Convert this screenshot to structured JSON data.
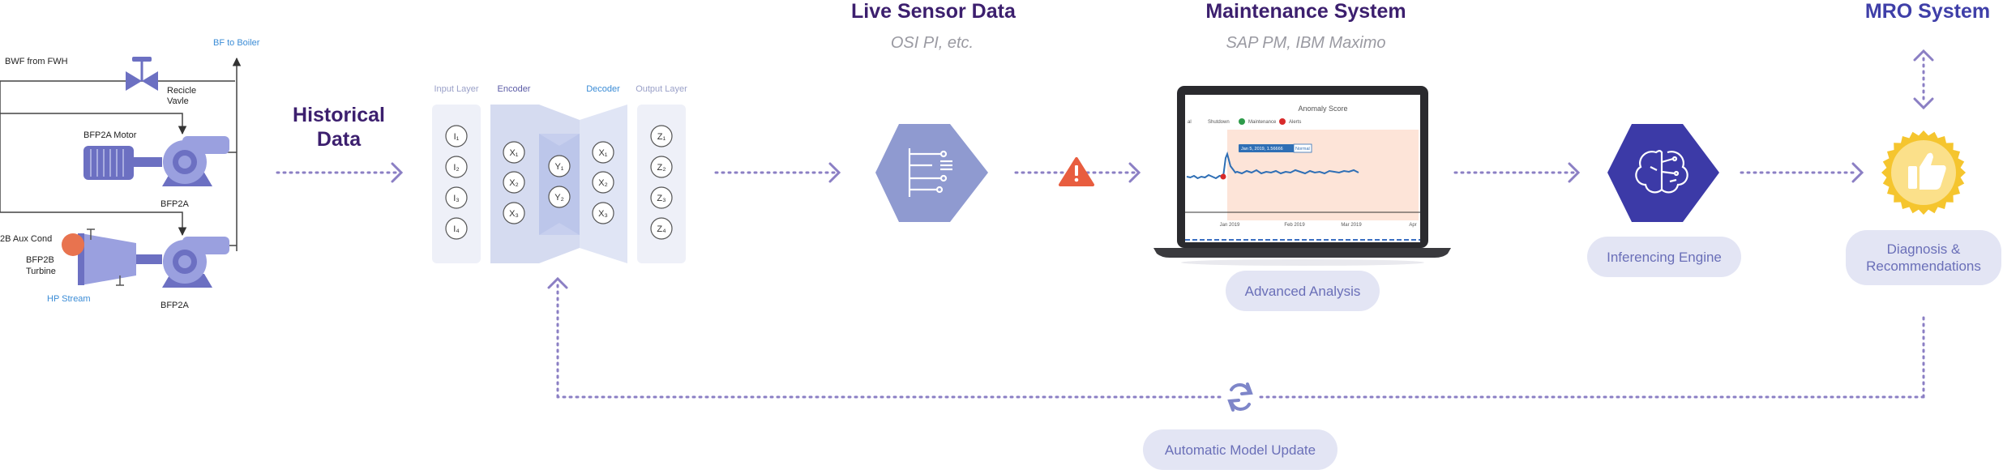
{
  "plant": {
    "bwf_from_fwh": "BWF from FWH",
    "bf_to_boiler": "BF to Boiler",
    "recicle_valve": [
      "Recicle",
      "Vavle"
    ],
    "bfp2a_motor": "BFP2A Motor",
    "bfp2a_top": "BFP2A",
    "aux_cond": "2B Aux Cond",
    "bfp2b_turbine": [
      "BFP2B",
      "Turbine"
    ],
    "hp_stream": "HP Stream",
    "bfp2a_bottom": "BFP2A"
  },
  "historical": {
    "lines": [
      "Historical",
      "Data"
    ]
  },
  "autoencoder": {
    "input_layer": "Input Layer",
    "encoder": "Encoder",
    "decoder": "Decoder",
    "output_layer": "Output Layer",
    "inputs": [
      "I₁",
      "I₂",
      "I₃",
      "I₄"
    ],
    "enc_nodes": [
      "X₁",
      "X₂",
      "X₃"
    ],
    "latent": [
      "Y₁",
      "Y₂"
    ],
    "dec_nodes": [
      "X₁",
      "X₂",
      "X₃"
    ],
    "outputs": [
      "Z₁",
      "Z₂",
      "Z₃",
      "Z₄"
    ]
  },
  "live_sensor": {
    "title": "Live Sensor Data",
    "subtitle": "OSI PI, etc."
  },
  "maintenance": {
    "title": "Maintenance System",
    "subtitle": "SAP PM, IBM Maximo",
    "pill": "Advanced Analysis",
    "screen": {
      "chart_title": "Anomaly Score",
      "legend": [
        "al",
        "Shutdown",
        "Maintenance",
        "Alerts"
      ],
      "tooltip": "Jan 5, 2019, 1.56666",
      "tooltip_tag": "Normal",
      "x_ticks": [
        "Jan 2019",
        "Feb 2019",
        "Mar 2019",
        "Apr"
      ]
    }
  },
  "inferencing": {
    "pill": "Inferencing Engine"
  },
  "mro": {
    "title": "MRO System",
    "pill": [
      "Diagnosis &",
      "Recommendations"
    ]
  },
  "model_update": {
    "pill": "Automatic Model Update"
  },
  "colors": {
    "title": "#3c1f6e",
    "accent": "#8b7fc4",
    "node": "#7e86c9",
    "pill_bg": "#e3e5f4",
    "pill_text": "#6a6fb8",
    "alert": "#e85d3f",
    "gold": "#f5c52e"
  }
}
